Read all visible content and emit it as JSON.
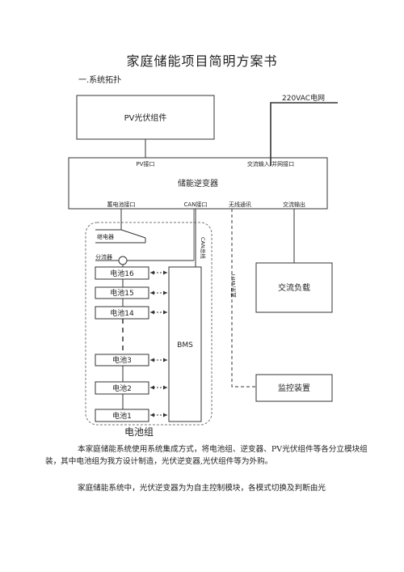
{
  "document": {
    "title": "家庭储能项目简明方案书",
    "section_heading": "一.系统拓扑",
    "paragraphs": [
      "本家庭储能系统使用系统集成方式，将电池组、逆变器、PV光伏组件等各分立模块组装，其中电池组为我方设计制造，光伏逆变器,光伏组件等为外购。",
      "家庭储能系统中，光伏逆变器为为自主控制模块，各模式切换及判断由光"
    ]
  },
  "diagram": {
    "pv_module": "PV光伏组件",
    "grid_label": "220VAC电网",
    "inverter": {
      "name": "储能逆变器",
      "port_pv": "PV接口",
      "port_ac_in": "交流输入/并网接口",
      "port_battery": "蓄电池接口",
      "port_can": "CAN接口",
      "port_wireless": "无线通讯",
      "port_ac_out": "交流输出"
    },
    "relay": "继电器",
    "shunt": "分流器",
    "can_bus": "CAN总线",
    "batteries": [
      "电池16",
      "电池15",
      "电池14",
      "电池3",
      "电池2",
      "电池1"
    ],
    "bms": "BMS",
    "ac_load": "交流负载",
    "wifi_label": "蓝牙/WIFI",
    "monitor": "监控装置",
    "pack_label": "电池组"
  }
}
